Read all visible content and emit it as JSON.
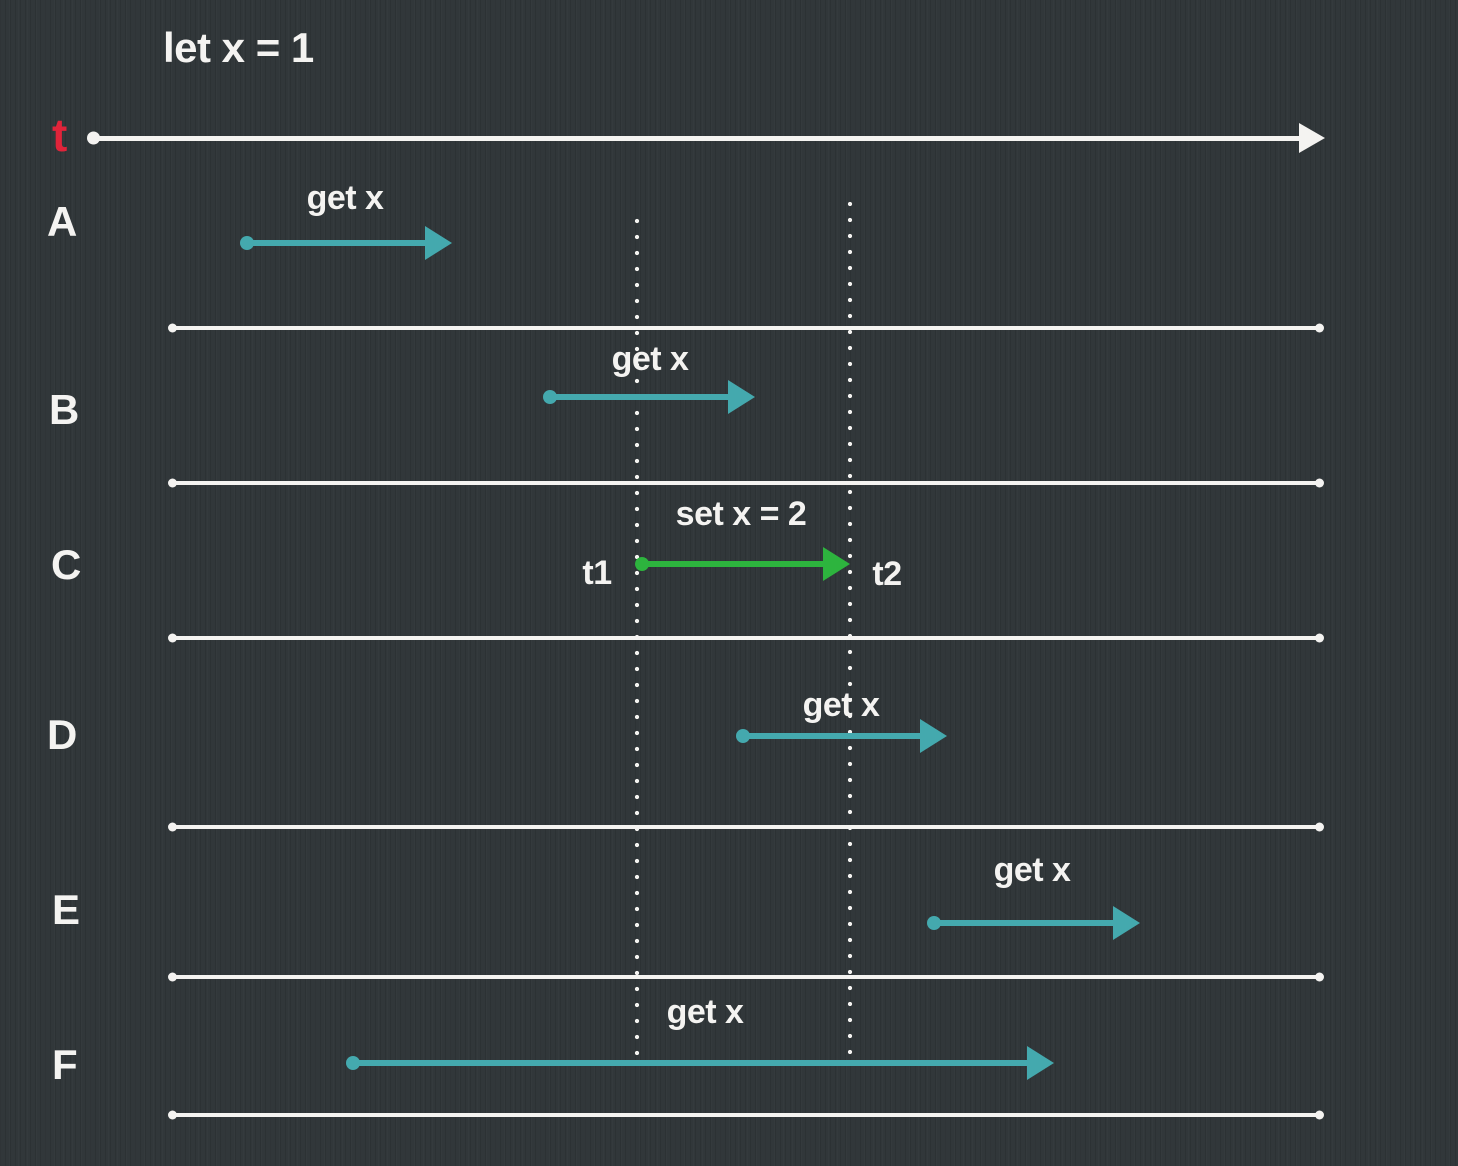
{
  "title": "let x = 1",
  "colors": {
    "background": "#31373a",
    "line": "#f4f3f1",
    "teal": "#44a9ae",
    "green": "#2db43e",
    "red": "#e0243a"
  },
  "time_axis": {
    "label": "t",
    "description_visible": "horizontal arrow spanning full width"
  },
  "markers": {
    "t1": "t1",
    "t2": "t2",
    "t1_frac": 0.44,
    "t2_frac": 0.62
  },
  "lanes": [
    {
      "name": "A",
      "operation": "get x",
      "arrow_color": "#44a9ae",
      "span_frac": {
        "start": 0.12,
        "end": 0.29
      }
    },
    {
      "name": "B",
      "operation": "get x",
      "arrow_color": "#44a9ae",
      "span_frac": {
        "start": 0.37,
        "end": 0.54
      }
    },
    {
      "name": "C",
      "operation": "set x = 2",
      "arrow_color": "#2db43e",
      "span_frac": {
        "start": 0.44,
        "end": 0.62
      }
    },
    {
      "name": "D",
      "operation": "get x",
      "arrow_color": "#44a9ae",
      "span_frac": {
        "start": 0.53,
        "end": 0.7
      }
    },
    {
      "name": "E",
      "operation": "get x",
      "arrow_color": "#44a9ae",
      "span_frac": {
        "start": 0.68,
        "end": 0.85
      }
    },
    {
      "name": "F",
      "operation": "get x",
      "arrow_color": "#44a9ae",
      "span_frac": {
        "start": 0.21,
        "end": 0.78
      }
    }
  ]
}
